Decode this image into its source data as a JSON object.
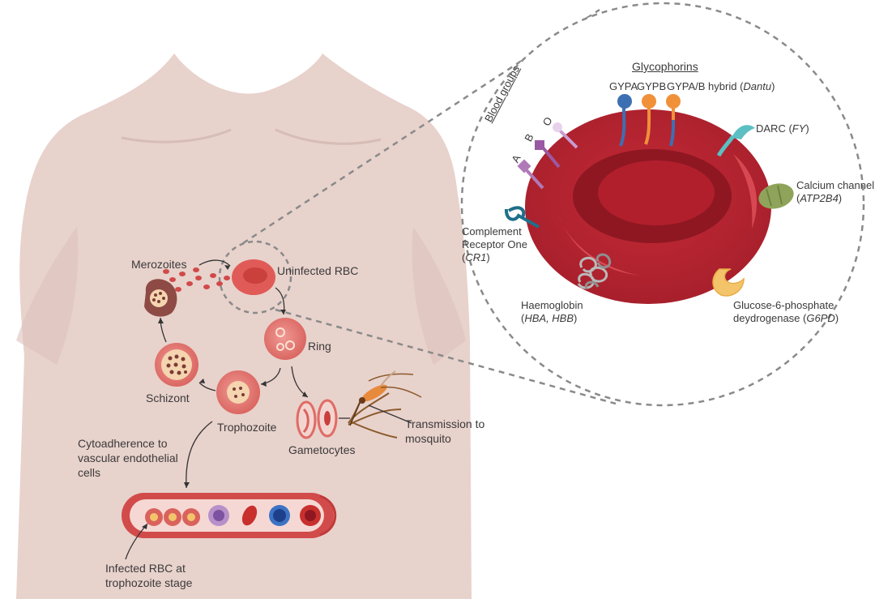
{
  "colors": {
    "skin": "#e8d2cc",
    "rbc": "#b5232f",
    "rbc_dark": "#8e1722",
    "parasite_cell": "#e57d78",
    "dashed": "#8a8a8a",
    "glycophorin_blue": "#3d6fb3",
    "glycophorin_orange": "#f0913a",
    "darc": "#5bbfc3",
    "blood_group": "#9a5aa3",
    "calcium_channel": "#8fa45a",
    "g6pd": "#f3c46a",
    "cr1": "#1f6f8b"
  },
  "lifecycle": {
    "merozoites": "Merozoites",
    "uninfected_rbc": "Uninfected RBC",
    "ring": "Ring",
    "schizont": "Schizont",
    "trophozoite": "Trophozoite",
    "gametocytes": "Gametocytes",
    "transmission_line1": "Transmission to",
    "transmission_line2": "mosquito",
    "cyto_line1": "Cytoadherence to",
    "cyto_line2": "vascular endothelial",
    "cyto_line3": "cells",
    "infected_line1": "Infected RBC at",
    "infected_line2": "trophozoite stage"
  },
  "zoom": {
    "glycophorins": "Glycophorins",
    "gypa": "GYPA",
    "gypb": "GYPB",
    "gypab_prefix": "GYPA/B hybrid (",
    "gypab_italic": "Dantu",
    "gypab_suffix": ")",
    "darc_prefix": "DARC (",
    "darc_italic": "FY",
    "darc_suffix": ")",
    "blood_groups": "Blood groups",
    "group_a": "A",
    "group_b": "B",
    "group_o": "O",
    "calcium_line1": "Calcium channel",
    "calcium_prefix": "(",
    "calcium_italic": "ATP2B4",
    "calcium_suffix": ")",
    "complement_line1": "Complement",
    "complement_line2": "Receptor One",
    "complement_prefix": "(",
    "complement_italic": "CR1",
    "complement_suffix": ")",
    "haemoglobin_line1": "Haemoglobin",
    "haemoglobin_prefix": "(",
    "haemoglobin_italic": "HBA, HBB",
    "haemoglobin_suffix": ")",
    "g6pd_line1": "Glucose-6-phosphate",
    "g6pd_line2_prefix": "deydrogenase (",
    "g6pd_italic": "G6PD",
    "g6pd_suffix": ")"
  }
}
